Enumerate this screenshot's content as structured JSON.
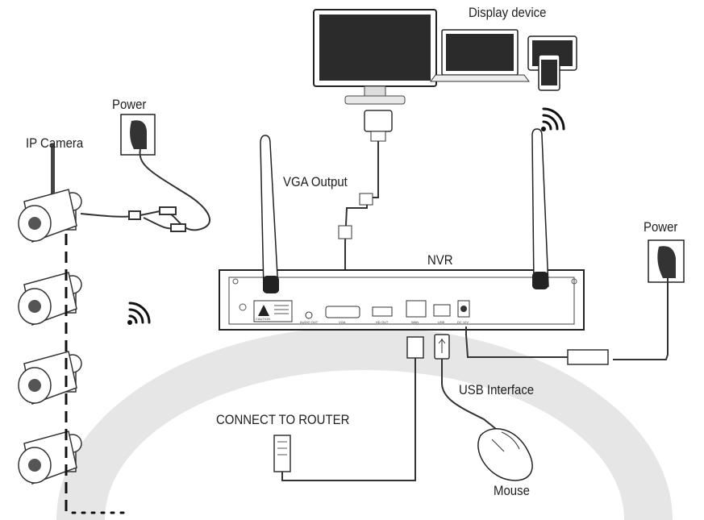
{
  "labels": {
    "display_device": "Display device",
    "power_left": "Power",
    "ip_camera": "IP Camera",
    "vga_output": "VGA Output",
    "nvr": "NVR",
    "power_right": "Power",
    "usb_interface": "USB Interface",
    "connect_router": "CONNECT TO ROUTER",
    "mouse": "Mouse"
  },
  "nvr_ports": {
    "audio_out": "AUDIO OUT",
    "vga": "VGA",
    "hdmi": "HD OUT",
    "lan": "WAN",
    "usb": "USB",
    "dc": "DC 12V",
    "caution": "CAUTION"
  },
  "colors": {
    "line": "#222222",
    "arc": "#e6e6e6"
  }
}
